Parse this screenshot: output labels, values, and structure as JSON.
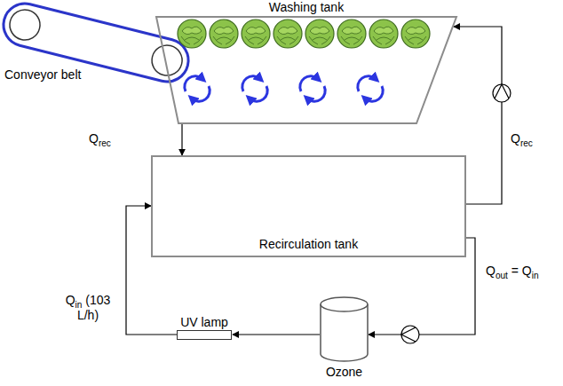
{
  "diagram": {
    "nodes": [
      {
        "text": [
          "Washing tank"
        ]
      },
      {
        "text": [
          "Recirculation tank"
        ]
      },
      {
        "text": [
          "Ozone"
        ]
      },
      {
        "text": [
          "UV lamp"
        ]
      }
    ],
    "edges": [
      {
        "from": 0,
        "to": 1,
        "arrow": "to",
        "label": "Qrec"
      },
      {
        "from": 1,
        "to": 0,
        "arrow": "to",
        "label": "Qrec"
      },
      {
        "from": 1,
        "to": 2,
        "arrow": "to",
        "label": "Qout = Qin"
      },
      {
        "from": 2,
        "to": 3,
        "arrow": "to"
      },
      {
        "from": 3,
        "to": 1,
        "arrow": "to",
        "label": "Qin (103 L/h)"
      }
    ],
    "labels": [
      "Conveyor belt"
    ]
  }
}
